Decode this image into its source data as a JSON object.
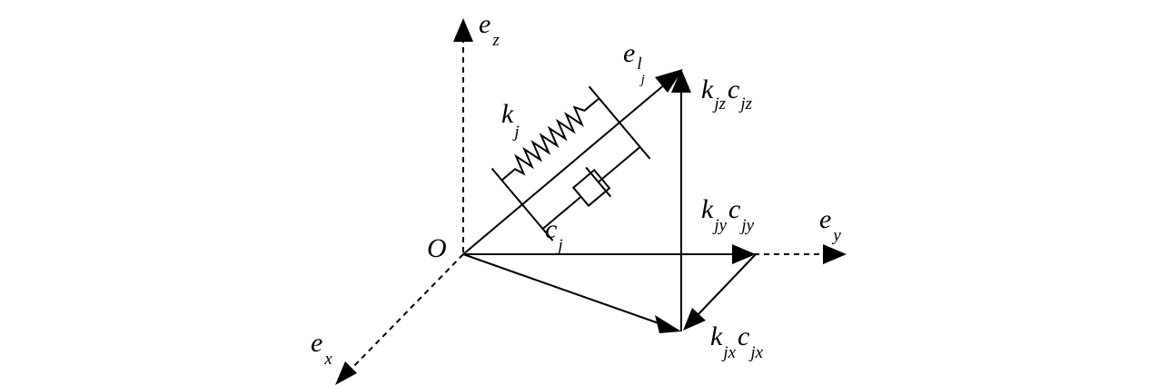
{
  "labels": {
    "origin": "O",
    "ez": {
      "base": "e",
      "sub": "z"
    },
    "ey": {
      "base": "e",
      "sub": "y"
    },
    "ex": {
      "base": "e",
      "sub": "x"
    },
    "elj": {
      "base": "e",
      "sub": "l",
      "subsub": "j"
    },
    "kj": {
      "base": "k",
      "sub": "j"
    },
    "cj": {
      "base": "c",
      "sub": "j"
    },
    "kjz_cjz": {
      "k": "k",
      "k_sub": "jz",
      "c": "c",
      "c_sub": "jz"
    },
    "kjy_cjy": {
      "k": "k",
      "k_sub": "jy",
      "c": "c",
      "c_sub": "jy"
    },
    "kjx_cjx": {
      "k": "k",
      "k_sub": "jx",
      "c": "c",
      "c_sub": "jx"
    }
  },
  "colors": {
    "stroke": "#000000",
    "background": "#ffffff"
  }
}
